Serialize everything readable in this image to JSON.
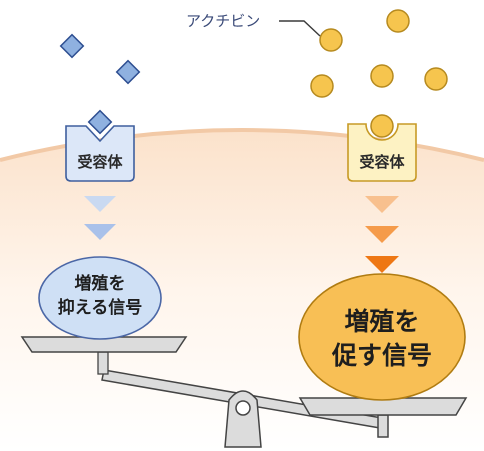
{
  "ligand_label": "アクチビン",
  "left_receptor": {
    "label": "受容体"
  },
  "right_receptor": {
    "label": "受容体"
  },
  "inhibit_signal": {
    "line1": "増殖を",
    "line2": "抑える信号"
  },
  "promote_signal": {
    "line1": "増殖を",
    "line2": "促す信号"
  },
  "colors": {
    "cell_membrane": "#f3cfae",
    "cell_interior": "#fdeee0",
    "blue_molecule": "#8fb1e0",
    "blue_receptor_fill": "#dce7f8",
    "yellow_molecule": "#f6c54e",
    "yellow_receptor_fill": "#fdf2c3",
    "orange_arrows": [
      "#f8c08e",
      "#f59b4a",
      "#ee7714"
    ],
    "blue_arrows": [
      "#c9d9f1",
      "#a9c1ea",
      "#7f9fd6"
    ],
    "scale_pan": "#dcdcdc",
    "blue_bubble": "#cfe0f5",
    "orange_bubble": "#f8bf55"
  }
}
